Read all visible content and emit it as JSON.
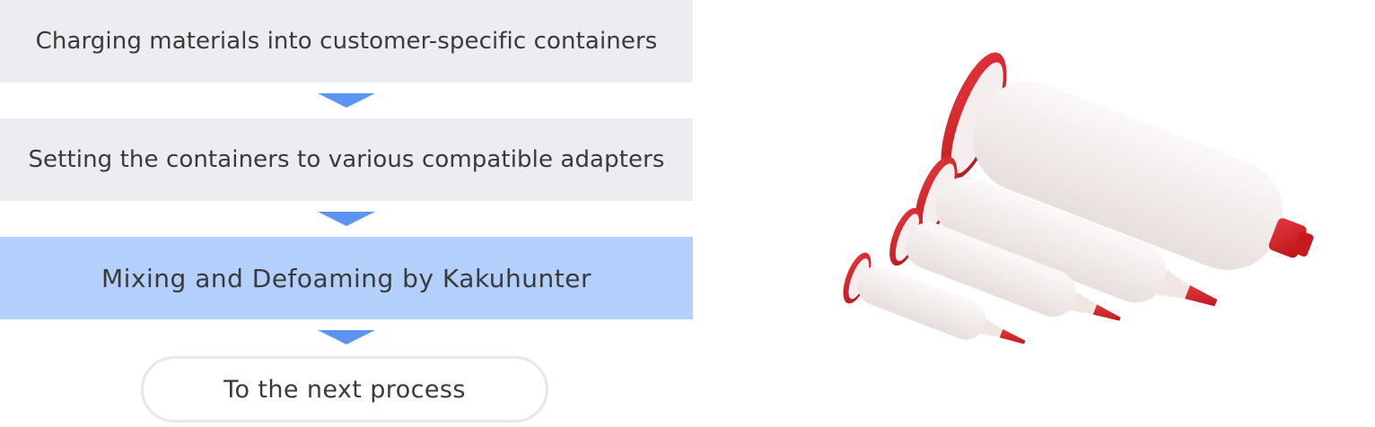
{
  "flowchart": {
    "steps": [
      {
        "label": "Charging materials into customer-specific containers"
      },
      {
        "label": "Setting the containers to various compatible adapters"
      },
      {
        "label": "Mixing and Defoaming by Kakuhunter"
      }
    ],
    "final_step": {
      "label": "To the next process"
    }
  },
  "colors": {
    "step_gray": "#ecedf0",
    "step_highlight": "#b3d0fd",
    "arrow_blue": "#5b95f0",
    "text": "#3a3a3a",
    "syringe_red": "#d51c22",
    "syringe_body": "#f6f3f2"
  },
  "image": {
    "subject": "syringe-containers-photo"
  }
}
